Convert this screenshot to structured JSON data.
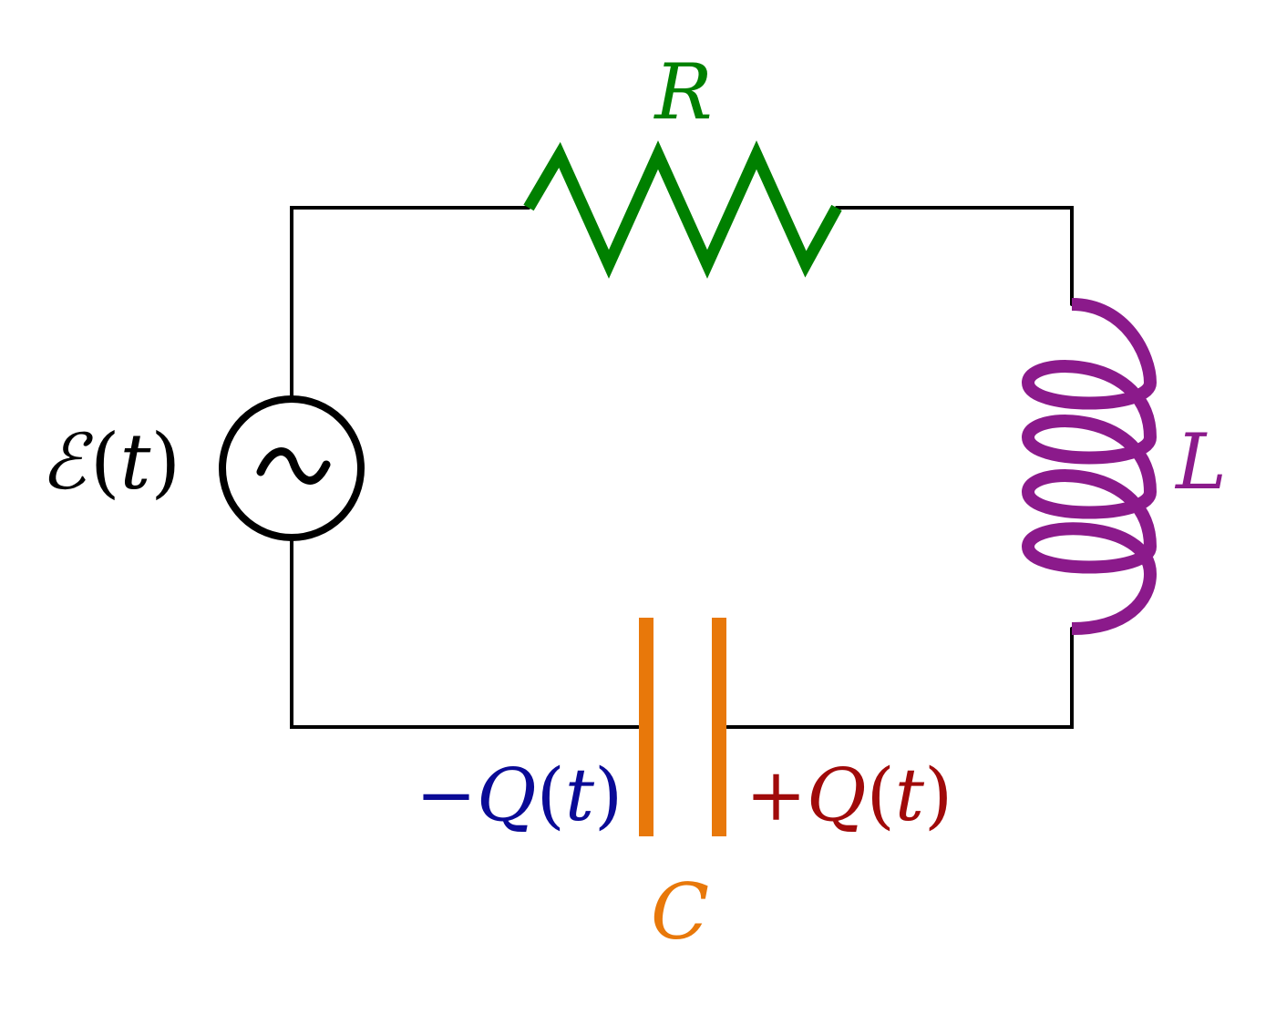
{
  "components": {
    "resistor": {
      "label": "R",
      "color": "#008000"
    },
    "inductor": {
      "label": "L",
      "color": "#8b1a8b"
    },
    "capacitor": {
      "label": "C",
      "color": "#e8780a"
    },
    "source": {
      "label_symbol": "ℰ",
      "label_paren_open": "(",
      "label_var": "t",
      "label_paren_close": ")",
      "color": "#000000",
      "icon": "sine-wave-icon"
    },
    "charge_negative": {
      "sign": "−",
      "symbol": "Q",
      "paren_open": "(",
      "var": "t",
      "paren_close": ")",
      "color": "#0a0a96"
    },
    "charge_positive": {
      "sign": "+",
      "symbol": "Q",
      "paren_open": "(",
      "var": "t",
      "paren_close": ")",
      "color": "#a00a0a"
    }
  },
  "wire_color": "#000000"
}
